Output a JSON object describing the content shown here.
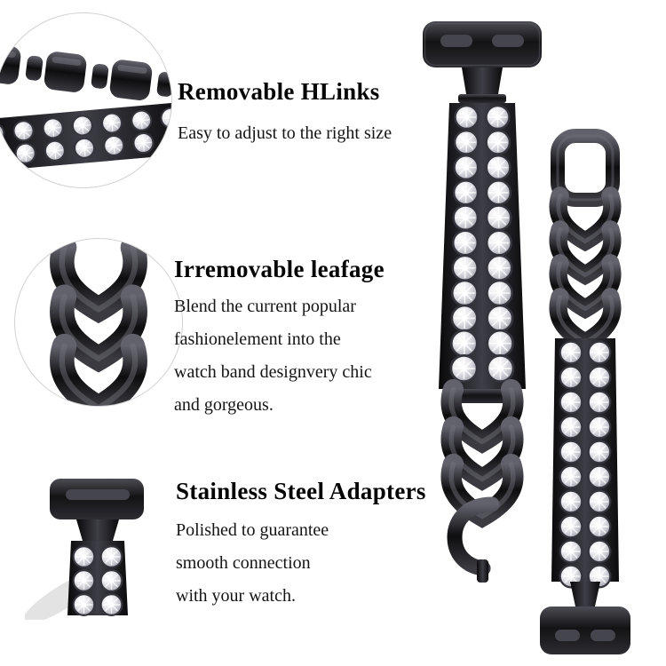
{
  "features": [
    {
      "title": "Removable HLinks",
      "lines": [
        "Easy to adjust to the right size"
      ]
    },
    {
      "title": "Irremovable leafage",
      "lines": [
        "Blend the current popular",
        "fashionelement into the",
        "watch band designvery chic",
        "and gorgeous."
      ]
    },
    {
      "title": "Stainless Steel Adapters",
      "lines": [
        "Polished to guarantee",
        "smooth connection",
        "with your watch."
      ]
    }
  ],
  "colors": {
    "background": "#ffffff",
    "band_metal": "#131315",
    "rhinestone": "#e9e9ef",
    "text": "#0a0a0a",
    "circle_border": "#d2d2d2"
  }
}
